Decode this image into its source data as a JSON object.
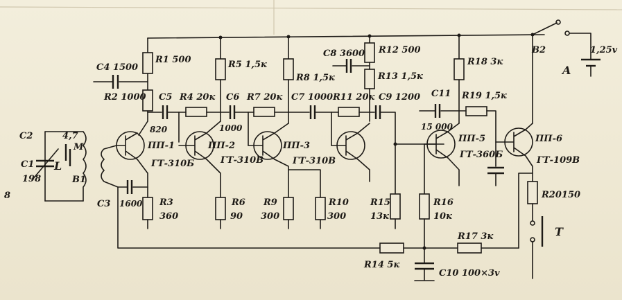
{
  "labels": {
    "C4": "C4 1500",
    "R1": "R1 500",
    "R5": "R5 1,5к",
    "R8": "R8 1,5к",
    "C8": "C8 3600",
    "R12": "R12 500",
    "R13": "R13 1,5к",
    "R18": "R18 3к",
    "B2": "B2",
    "bat_v": "1,25v",
    "A": "A",
    "R2": "R2 1000",
    "C5": "C5",
    "R4": "R4 20к",
    "C6": "C6",
    "R7": "R7 20к",
    "C7": "C7 1000",
    "R11": "R11 20к",
    "C9": "C9 1200",
    "C11": "C11",
    "R19": "R19 1,5к",
    "c5v": "820",
    "c6v": "1000",
    "c11v": "15 000",
    "C2": "C2",
    "Mv": "4,7",
    "M": "M",
    "C1": "C1",
    "C1v": "198",
    "L": "L",
    "B1": "B1",
    "n8": "8",
    "PP1": "ПП-1",
    "PP2": "ПП-2",
    "PP3": "ПП-3",
    "PP5": "ПП-5",
    "PP6": "ПП-6",
    "T1": "ГТ-310Б",
    "T2": "ГТ-310В",
    "T3": "ГТ-310В",
    "T5": "ГТ-360Б",
    "T6": "ГТ-109В",
    "C3": "C3",
    "C3v": "1600",
    "R3": "R3",
    "R3v": "360",
    "R6": "R6",
    "R6v": "90",
    "R9": "R9",
    "R9v": "300",
    "R10": "R10",
    "R10v": "300",
    "R15": "R15",
    "R15v": "13к",
    "R16": "R16",
    "R16v": "10к",
    "R20": "R20150",
    "T": "T",
    "R17": "R17 3к",
    "R14": "R14 5к",
    "C10": "C10 100×3v"
  }
}
